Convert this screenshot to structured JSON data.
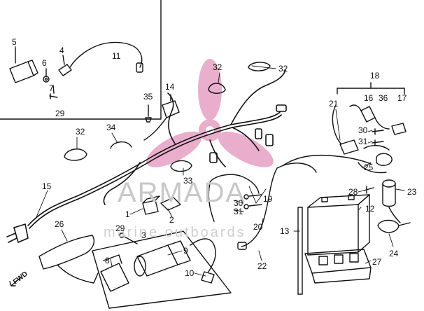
{
  "watermark": {
    "brand": "ARMADA",
    "tagline": "marine outboards",
    "logo_icon": "propeller-icon",
    "logo_color": "#e8a6c8",
    "text_color": "#c8c8c8"
  },
  "direction_marker": "FWD",
  "callouts": [
    {
      "id": "c5",
      "text": "5"
    },
    {
      "id": "c6",
      "text": "6"
    },
    {
      "id": "c4",
      "text": "4"
    },
    {
      "id": "c7",
      "text": "7"
    },
    {
      "id": "c29a",
      "text": "29"
    },
    {
      "id": "c11",
      "text": "11"
    },
    {
      "id": "c32a",
      "text": "32"
    },
    {
      "id": "c32b",
      "text": "32"
    },
    {
      "id": "c14",
      "text": "14"
    },
    {
      "id": "c35",
      "text": "35"
    },
    {
      "id": "c18",
      "text": "18"
    },
    {
      "id": "c21",
      "text": "21"
    },
    {
      "id": "c16",
      "text": "16"
    },
    {
      "id": "c36",
      "text": "36"
    },
    {
      "id": "c17",
      "text": "17"
    },
    {
      "id": "c30a",
      "text": "30"
    },
    {
      "id": "c31a",
      "text": "31"
    },
    {
      "id": "c25",
      "text": "25"
    },
    {
      "id": "c32c",
      "text": "32"
    },
    {
      "id": "c34",
      "text": "34"
    },
    {
      "id": "c33",
      "text": "33"
    },
    {
      "id": "c15",
      "text": "15"
    },
    {
      "id": "c1",
      "text": "1"
    },
    {
      "id": "c2",
      "text": "2"
    },
    {
      "id": "c26",
      "text": "26"
    },
    {
      "id": "c29b",
      "text": "29"
    },
    {
      "id": "c3",
      "text": "3"
    },
    {
      "id": "c9",
      "text": "9"
    },
    {
      "id": "c8",
      "text": "8"
    },
    {
      "id": "c10",
      "text": "10"
    },
    {
      "id": "c30b",
      "text": "30"
    },
    {
      "id": "c31b",
      "text": "31"
    },
    {
      "id": "c19",
      "text": "19"
    },
    {
      "id": "c20",
      "text": "20"
    },
    {
      "id": "c13",
      "text": "13"
    },
    {
      "id": "c22",
      "text": "22"
    },
    {
      "id": "c28",
      "text": "28"
    },
    {
      "id": "c23",
      "text": "23"
    },
    {
      "id": "c12",
      "text": "12"
    },
    {
      "id": "c24",
      "text": "24"
    },
    {
      "id": "c27",
      "text": "27"
    }
  ]
}
